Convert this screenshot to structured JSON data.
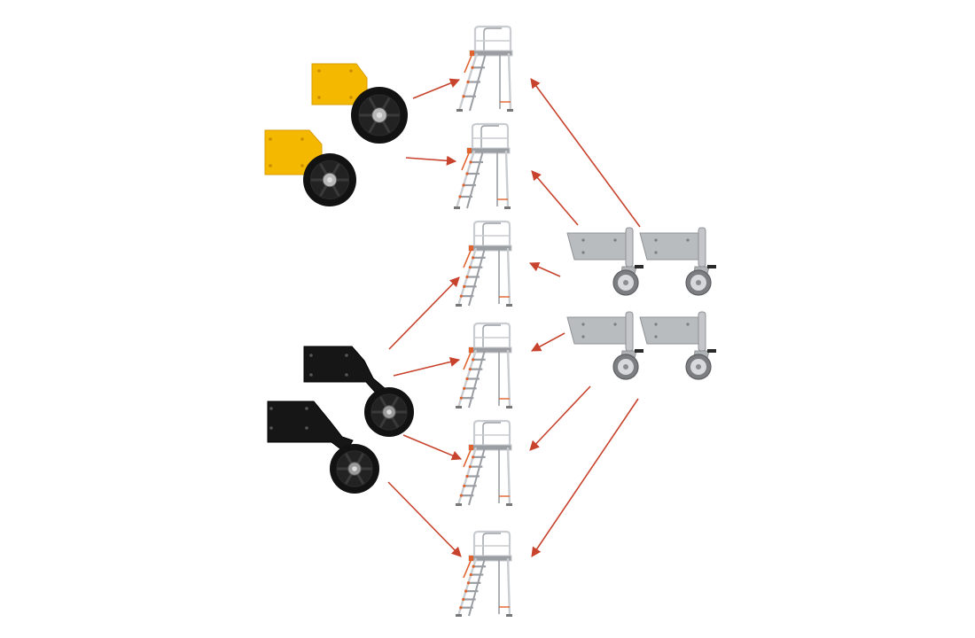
{
  "colors": {
    "background": "#ffffff",
    "arrow": "#c8432d",
    "yellow_plate": "#f5b800",
    "yellow_plate_edge": "#d89c00",
    "black_plate": "#161616",
    "wheel_tyre": "#121212",
    "wheel_hub": "#8a8a8a",
    "ladder_frame": "#c9ccd0",
    "ladder_frame_dark": "#9a9ea3",
    "ladder_accent": "#e0622d",
    "caster_plate": "#b9bcbf",
    "caster_wheel": "#7b7d80"
  },
  "icons": {
    "ladder": "mobile-platform-ladder-icon",
    "yellow_wheel": "yellow-wheel-kit-icon",
    "black_wheel": "black-wheel-kit-icon",
    "caster": "swivel-caster-kit-icon"
  },
  "ladders": [
    {
      "id": "ladder-1",
      "steps": 3
    },
    {
      "id": "ladder-2",
      "steps": 4
    },
    {
      "id": "ladder-3",
      "steps": 5
    },
    {
      "id": "ladder-4",
      "steps": 5
    },
    {
      "id": "ladder-5",
      "steps": 5
    },
    {
      "id": "ladder-6",
      "steps": 6
    }
  ],
  "kits": [
    {
      "id": "yellow-wheel-kit-a",
      "kind": "yellow_wheel"
    },
    {
      "id": "yellow-wheel-kit-b",
      "kind": "yellow_wheel"
    },
    {
      "id": "black-wheel-kit-a",
      "kind": "black_wheel"
    },
    {
      "id": "black-wheel-kit-b",
      "kind": "black_wheel"
    },
    {
      "id": "caster-kit-upper",
      "kind": "caster"
    },
    {
      "id": "caster-kit-lower",
      "kind": "caster"
    }
  ],
  "connections": [
    {
      "from": "yellow-wheel-kit-a",
      "to": "ladder-1"
    },
    {
      "from": "yellow-wheel-kit-b",
      "to": "ladder-2"
    },
    {
      "from": "black-wheel-kit-a",
      "to": "ladder-3"
    },
    {
      "from": "black-wheel-kit-a",
      "to": "ladder-4"
    },
    {
      "from": "black-wheel-kit-b",
      "to": "ladder-5"
    },
    {
      "from": "black-wheel-kit-b",
      "to": "ladder-6"
    },
    {
      "from": "caster-kit-upper",
      "to": "ladder-1"
    },
    {
      "from": "caster-kit-upper",
      "to": "ladder-2"
    },
    {
      "from": "caster-kit-upper",
      "to": "ladder-3"
    },
    {
      "from": "caster-kit-lower",
      "to": "ladder-4"
    },
    {
      "from": "caster-kit-lower",
      "to": "ladder-5"
    },
    {
      "from": "caster-kit-lower",
      "to": "ladder-6"
    }
  ]
}
